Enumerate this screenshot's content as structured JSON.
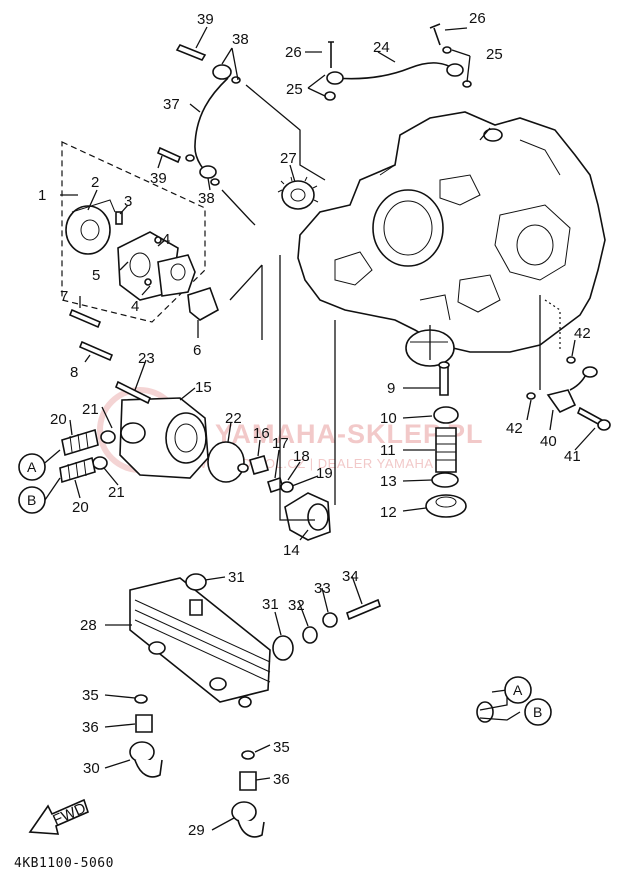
{
  "diagram_code": "4KB1100-5060",
  "watermark": {
    "main": "YAMAHA-SKLEP.PL",
    "sub": "WWW.DIPOL.CZ | DEALER YAMAHA"
  },
  "callouts": [
    {
      "id": "A",
      "label": "A"
    },
    {
      "id": "B",
      "label": "B"
    },
    {
      "id": "A2",
      "label": "A"
    },
    {
      "id": "B2",
      "label": "B"
    }
  ],
  "fwd_label": "FWD",
  "part_numbers": [
    "1",
    "2",
    "3",
    "4",
    "4",
    "5",
    "6",
    "7",
    "8",
    "9",
    "10",
    "11",
    "12",
    "13",
    "14",
    "15",
    "16",
    "17",
    "18",
    "19",
    "20",
    "20",
    "21",
    "21",
    "22",
    "23",
    "24",
    "25",
    "25",
    "26",
    "26",
    "27",
    "28",
    "29",
    "30",
    "31",
    "31",
    "32",
    "33",
    "34",
    "35",
    "35",
    "36",
    "36",
    "37",
    "38",
    "38",
    "39",
    "39",
    "40",
    "41",
    "42",
    "42"
  ]
}
